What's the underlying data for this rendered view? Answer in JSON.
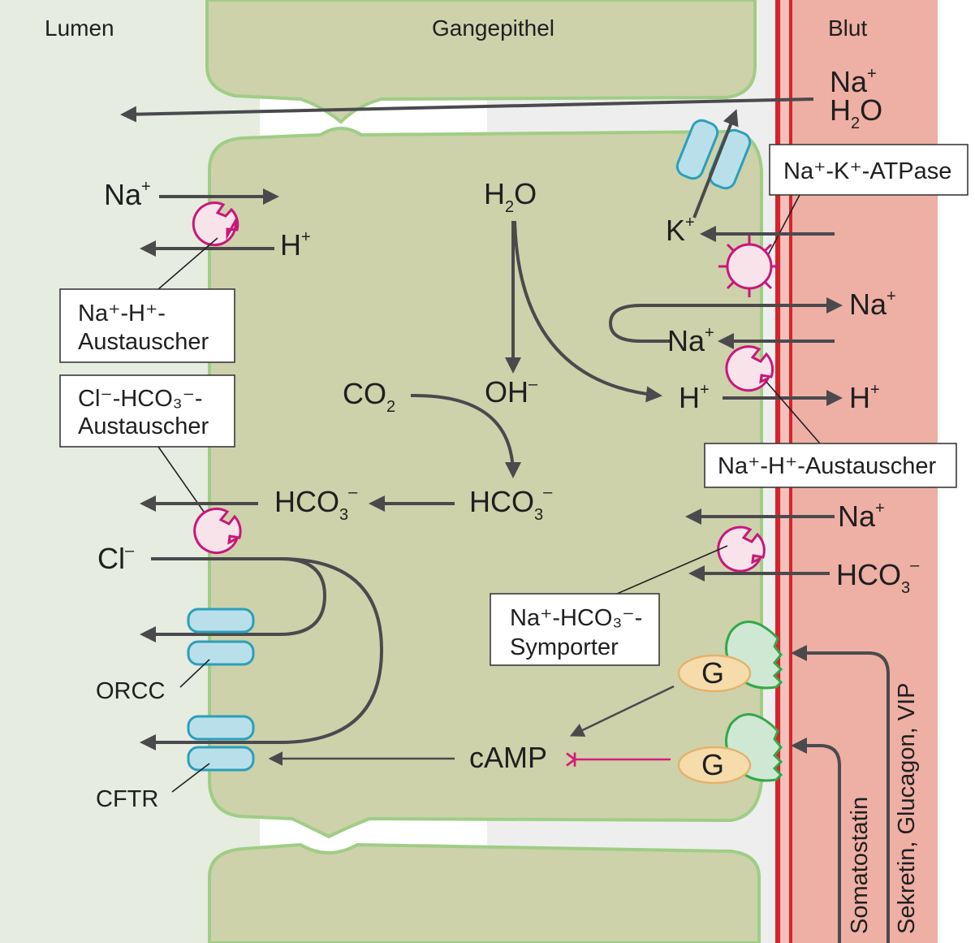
{
  "headers": {
    "lumen": "Lumen",
    "epithel": "Gangepithel",
    "blut": "Blut"
  },
  "ions": {
    "na": "Na",
    "h": "H",
    "k": "K",
    "h2o_h": "H",
    "h2o_2": "2",
    "h2o_o": "O",
    "co_c": "CO",
    "co_2": "2",
    "oh": "OH",
    "hco3_base": "HCO",
    "hco3_sub": "3",
    "cl": "Cl",
    "camp": "cAMP",
    "plus": "+",
    "minus": "–"
  },
  "boxes": {
    "na_h_left_line1": "Na⁺-H⁺-",
    "na_h_left_line2": "Austauscher",
    "cl_hco3_line1": "Cl⁻-HCO₃⁻-",
    "cl_hco3_line2": "Austauscher",
    "nak_atpase": "Na⁺-K⁺-ATPase",
    "na_h_right": "Na⁺-H⁺-Austauscher",
    "na_hco3_line1": "Na⁺-HCO₃⁻-",
    "na_hco3_line2": "Symporter"
  },
  "channels": {
    "orcc": "ORCC",
    "cftr": "CFTR"
  },
  "gprotein": "G",
  "hormones": {
    "somatostatin": "Somatostatin",
    "sekretin": "Sekretin, Glucagon, VIP"
  },
  "colors": {
    "lumen": "#e6ecdf",
    "cell": "#cdd2ab",
    "cell_border": "#9fcd85",
    "interstitium": "#eeeeee",
    "blood": "#eeafa4",
    "vessel": "#d8232b",
    "arrow": "#4a4a4d",
    "exchanger": "#c8177a",
    "inhibit": "#d81b78"
  }
}
